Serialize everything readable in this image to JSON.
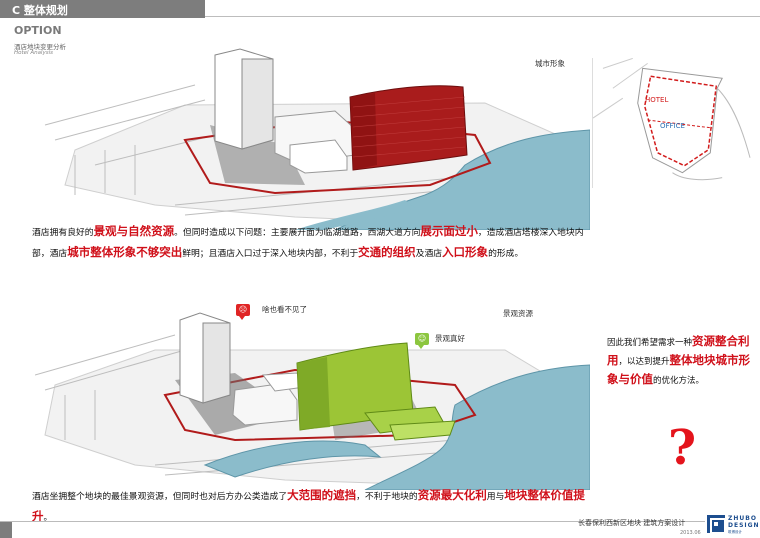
{
  "header": {
    "section": "C 整体规划",
    "option": "OPTION",
    "subtitle_cn": "酒店地块变更分析",
    "subtitle_en": "Hotel  Analysis"
  },
  "diagram_top": {
    "caption": "城市形象"
  },
  "diagram_bottom": {
    "caption": "景观资源",
    "bubble_sad": "啥也看不见了",
    "bubble_happy": "景观真好"
  },
  "plan": {
    "hotel_label": "HOTEL",
    "office_label": "OFFICE"
  },
  "paragraph1": {
    "s1": "酒店拥有良好的",
    "h1": "景观与自然资源",
    "s2": "。但同时造成以下问题：主要展开面为临湖道路，西湖大道方向",
    "h2": "展示面过小",
    "s3": "，造成酒店塔楼深入地块内部，酒店",
    "h3": "城市整体形象不够突出",
    "s4": "鲜明；且酒店入口过于深入地块内部，不利于",
    "h4": "交通的组织",
    "s5": "及酒店",
    "h5": "入口形象",
    "s6": "的形成。"
  },
  "paragraph2": {
    "s1": "酒店坐拥整个地块的最佳景观资源，但同时也对后方办公类造成了",
    "h1": "大范围的遮挡",
    "s2": "，不利于地块的",
    "h2": "资源最大化利",
    "s3": "用与",
    "h3": "地块整体价值提升",
    "s4": "。"
  },
  "paragraph3": {
    "s1": "因此我们希望需求一种",
    "h1": "资源整合利用",
    "s2": "，以达到提升",
    "h2": "整体地块城市形象与价值",
    "s3": "的优化方法。"
  },
  "question_mark": "?",
  "footer": {
    "title": "长春保利西新区地块  建筑方案设计",
    "date": "2013.06",
    "logo_line1": "ZHUBO",
    "logo_line2": "DESIGN",
    "logo_line3": "筑博设计"
  },
  "colors": {
    "accent_red": "#d0101a",
    "hotel_red": "#a91c1c",
    "hotel_green": "#9cc536",
    "water": "#7fb3c4",
    "header_gray": "#7d7d7d"
  }
}
